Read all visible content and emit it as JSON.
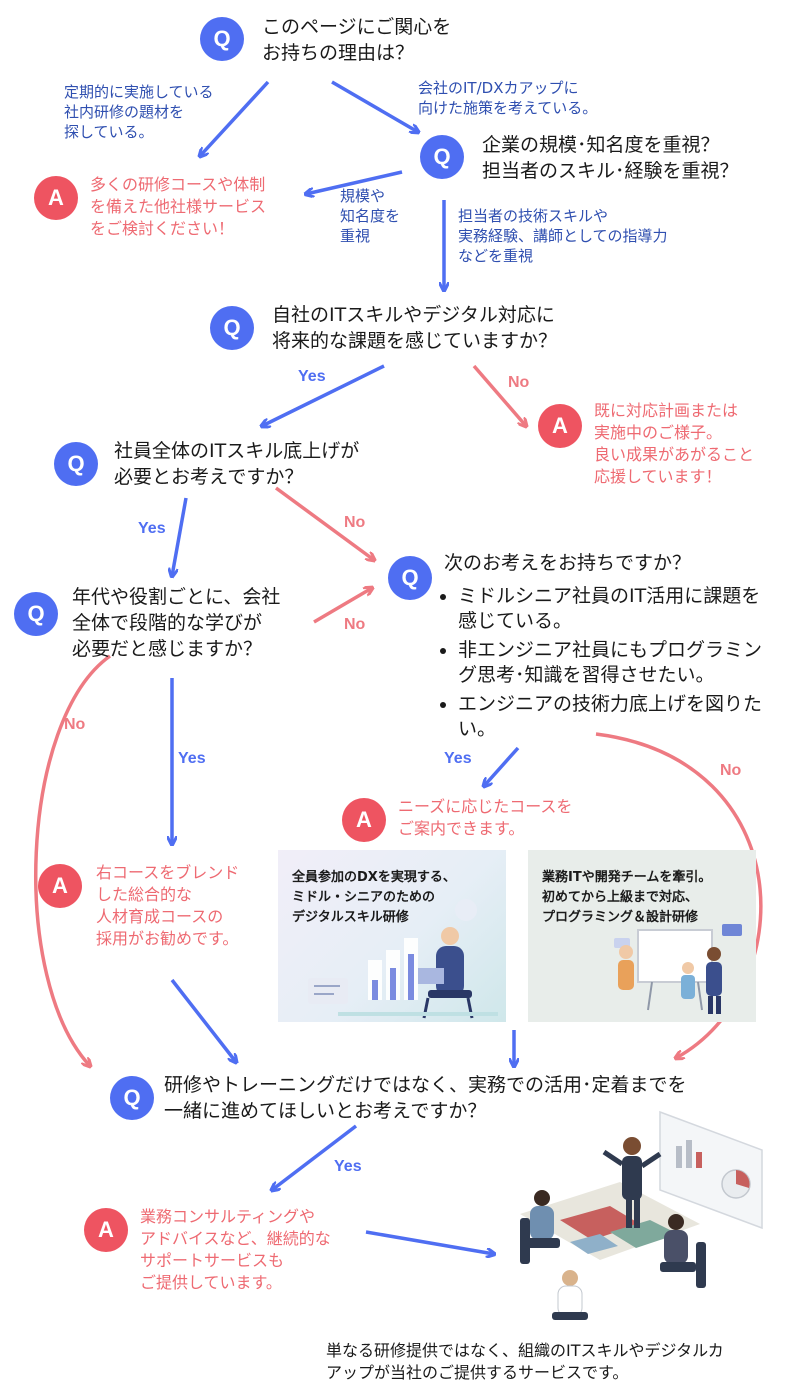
{
  "q1": {
    "badge": "Q",
    "text": "このページにご関心を\nお持ちの理由は？"
  },
  "label_left_1": "定期的に実施している\n社内研修の題材を\n探している。",
  "label_right_1": "会社のIT/DXカアップに\n向けた施策を考えている。",
  "a1": {
    "badge": "A",
    "text": "多くの研修コースや体制\nを備えた他社様サービス\nをご検討ください！"
  },
  "q2": {
    "badge": "Q",
    "text": "企業の規模･知名度を重視？\n担当者のスキル･経験を重視？"
  },
  "label_scale": "規模や\n知名度を\n重視",
  "label_skill": "担当者の技術スキルや\n実務経験、講師としての指導力\nなどを重視",
  "q3": {
    "badge": "Q",
    "text": "自社のITスキルやデジタル対応に\n将来的な課題を感じていますか？"
  },
  "yes_label": "Yes",
  "no_label": "No",
  "a2": {
    "badge": "A",
    "text": "既に対応計画または\n実施中のご様子。\n良い成果があがること\n応援しています！"
  },
  "q4": {
    "badge": "Q",
    "text": "社員全体のITスキル底上げが\n必要とお考えですか？"
  },
  "q5": {
    "badge": "Q",
    "text": "年代や役割ごとに、会社\n全体で段階的な学びが\n必要だと感じますか？"
  },
  "q6": {
    "badge": "Q",
    "text": "次のお考えをお持ちですか？",
    "bullets": [
      "ミドルシニア社員のIT活用に課題を感じている。",
      "非エンジニア社員にもプログラミング思考･知識を習得させたい。",
      "エンジニアの技術力底上げを図りたい。"
    ]
  },
  "a3": {
    "badge": "A",
    "text": "ニーズに応じたコースを\nご案内できます。"
  },
  "a4": {
    "badge": "A",
    "text": "右コースをブレンド\nした総合的な\n人材育成コースの\n採用がお勧めです。"
  },
  "card1": {
    "title": "全員参加のDXを実現する、\nミドル・シニアのための\nデジタルスキル研修"
  },
  "card2": {
    "title": "業務ITや開発チームを牽引。\n初めてから上級まで対応、\nプログラミング＆設計研修"
  },
  "q7": {
    "badge": "Q",
    "text": "研修やトレーニングだけではなく、実務での活用･定着までを\n一緒に進めてほしいとお考えですか？"
  },
  "a5": {
    "badge": "A",
    "text": "業務コンサルティングや\nアドバイスなど、継続的な\nサポートサービスも\nご提供しています。"
  },
  "footer": "単なる研修提供ではなく、組織のITスキルやデジタルカ\nアップが当社のご提供するサービスです。",
  "colors": {
    "q_blue": "#4f6ef2",
    "a_red": "#ee5461",
    "arrow_blue": "#4f6ef2",
    "arrow_red": "#ee7a82",
    "label_blue": "#2f4fb0",
    "answer_text": "#ee6a72"
  }
}
